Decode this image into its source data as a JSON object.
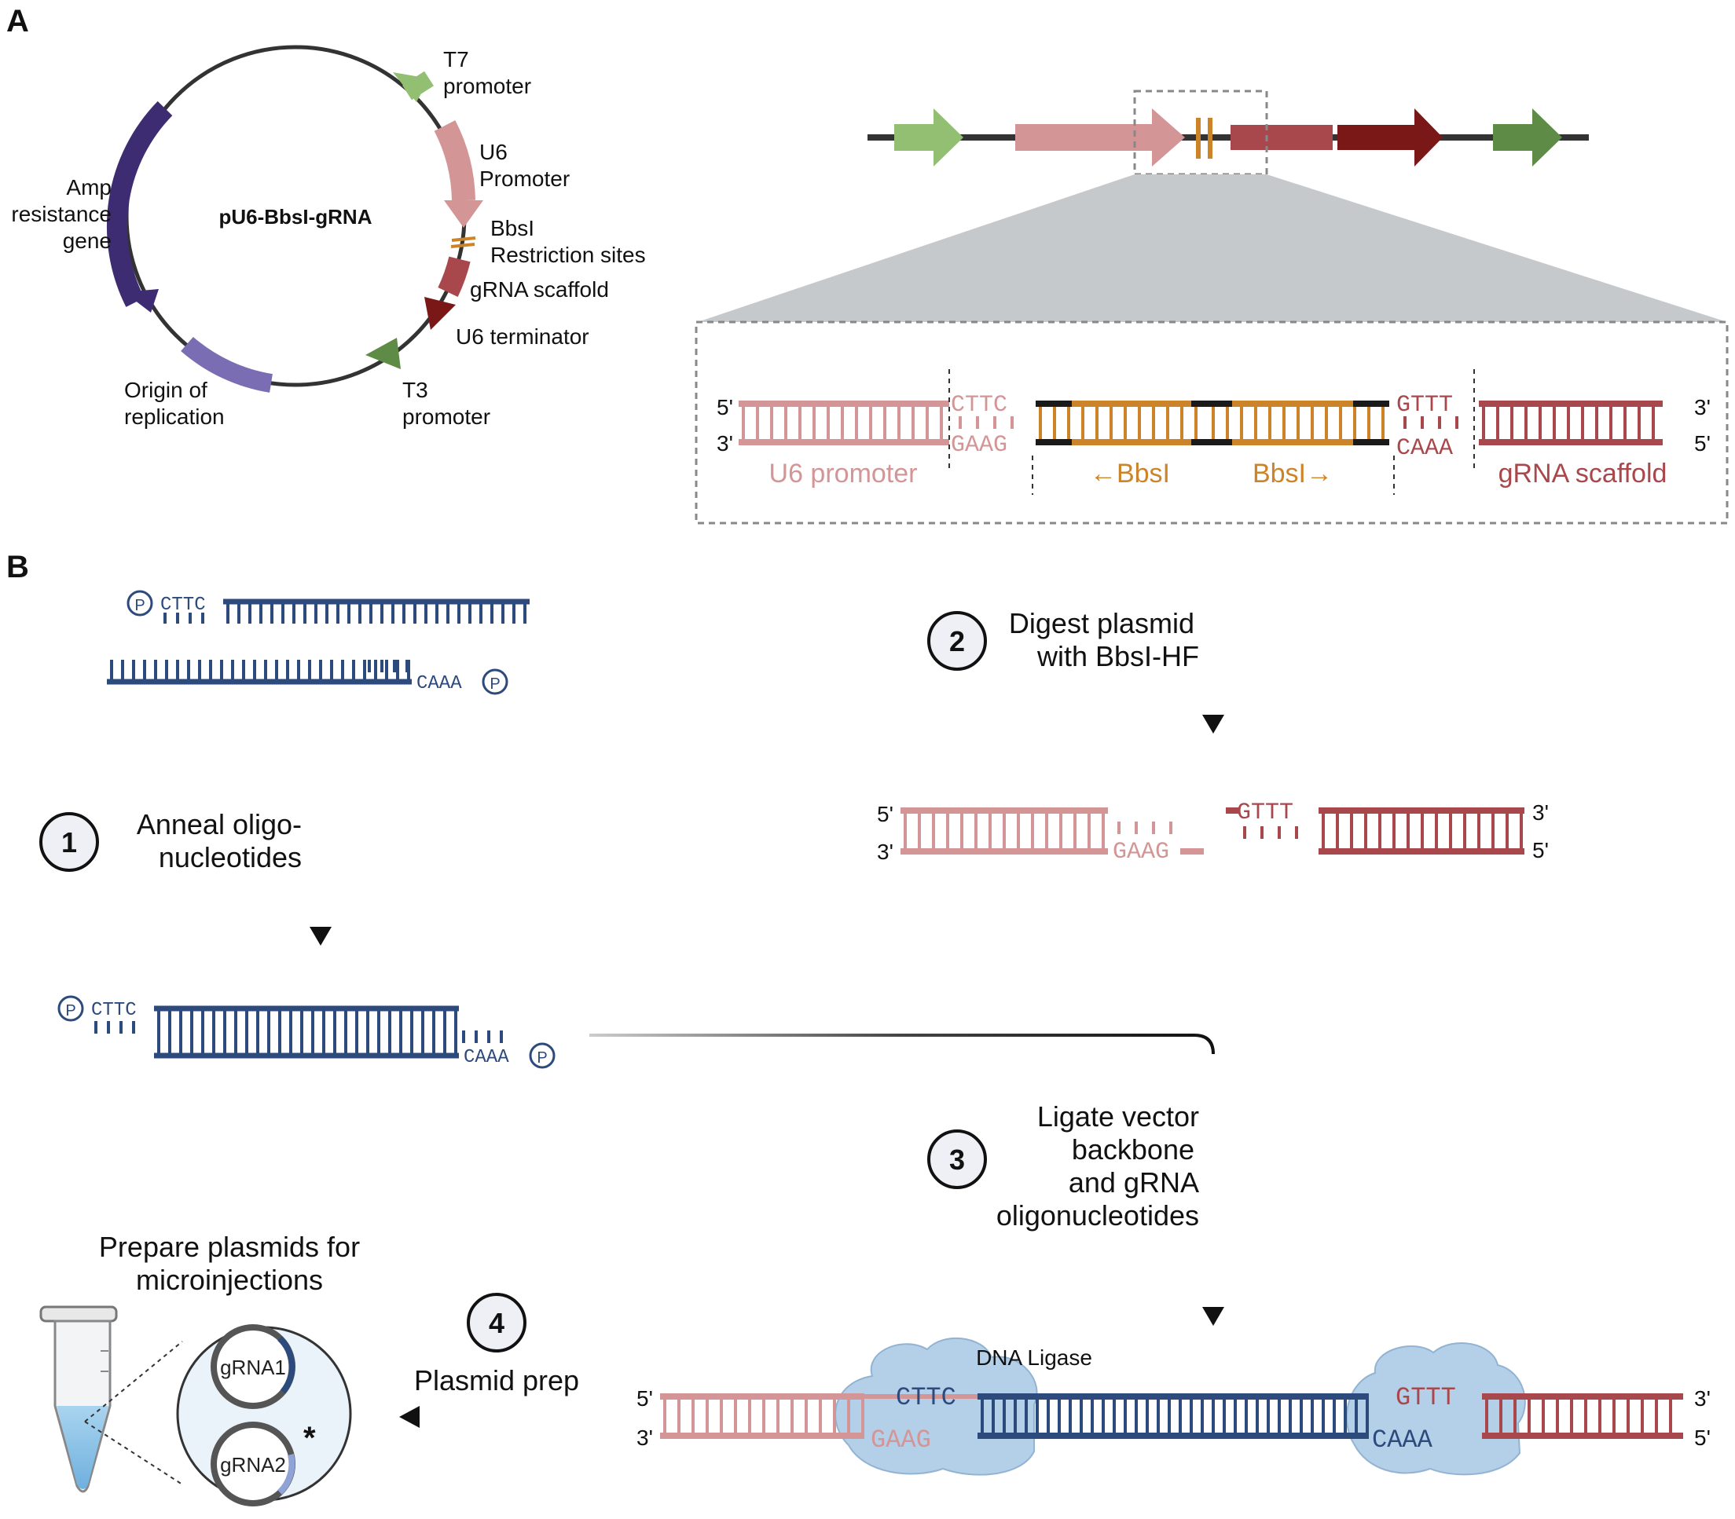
{
  "colors": {
    "t7": "#92bf72",
    "u6_promoter": "#d39596",
    "bbsi": "#cd8429",
    "scaffold": "#a9484c",
    "terminator": "#7a1818",
    "t3": "#5e8c46",
    "amp": "#3e2c72",
    "ori": "#7a6db3",
    "oligo": "#2c4a7c",
    "ligase": "#a8c8e6",
    "backbone": "#1a1a1a"
  },
  "panel_a": {
    "letter": "A",
    "plasmid_name": "pU6-BbsI-gRNA",
    "labels": {
      "t7": [
        "T7",
        "promoter"
      ],
      "u6": [
        "U6",
        "Promoter"
      ],
      "bbsi": [
        "BbsI",
        "Restriction sites"
      ],
      "scaffold": "gRNA scaffold",
      "terminator": "U6 terminator",
      "t3": [
        "T3",
        "promoter"
      ],
      "ori": [
        "Origin of",
        "replication"
      ],
      "amp": [
        "Amp",
        "resistance",
        "gene"
      ]
    },
    "zoom": {
      "end5": "5'",
      "end3": "3'",
      "left_top_overhang": "CTTC",
      "left_bottom_overhang": "GAAG",
      "right_top_overhang": "GTTT",
      "right_bottom_overhang": "CAAA",
      "u6_label": "U6 promoter",
      "bbsi_left": "←BbsI",
      "bbsi_right": "BbsI→",
      "scaffold_label": "gRNA scaffold"
    }
  },
  "panel_b": {
    "letter": "B",
    "phosphate": "P",
    "oligo_top": "CTTC",
    "oligo_bottom": "CAAA",
    "step1": {
      "num": "1",
      "text": [
        "Anneal oligo-",
        "nucleotides"
      ]
    },
    "step2": {
      "num": "2",
      "text": [
        "Digest plasmid",
        "with BbsI-HF"
      ]
    },
    "step3": {
      "num": "3",
      "text": [
        "Ligate vector",
        "backbone",
        "and gRNA",
        "oligonucleotides"
      ]
    },
    "step4": {
      "num": "4",
      "text": "Plasmid prep"
    },
    "digest": {
      "end5": "5'",
      "end3": "3'",
      "left_overhang": "GAAG",
      "right_overhang": "GTTT"
    },
    "ligase_label": "DNA Ligase",
    "ligation": {
      "end5": "5'",
      "end3": "3'",
      "left_top": "CTTC",
      "left_bottom": "GAAG",
      "right_top": "GTTT",
      "right_bottom": "CAAA"
    },
    "prep_title": [
      "Prepare plasmids for",
      "microinjections"
    ],
    "grna1": "gRNA1",
    "grna2": "gRNA2",
    "asterisk": "*"
  }
}
